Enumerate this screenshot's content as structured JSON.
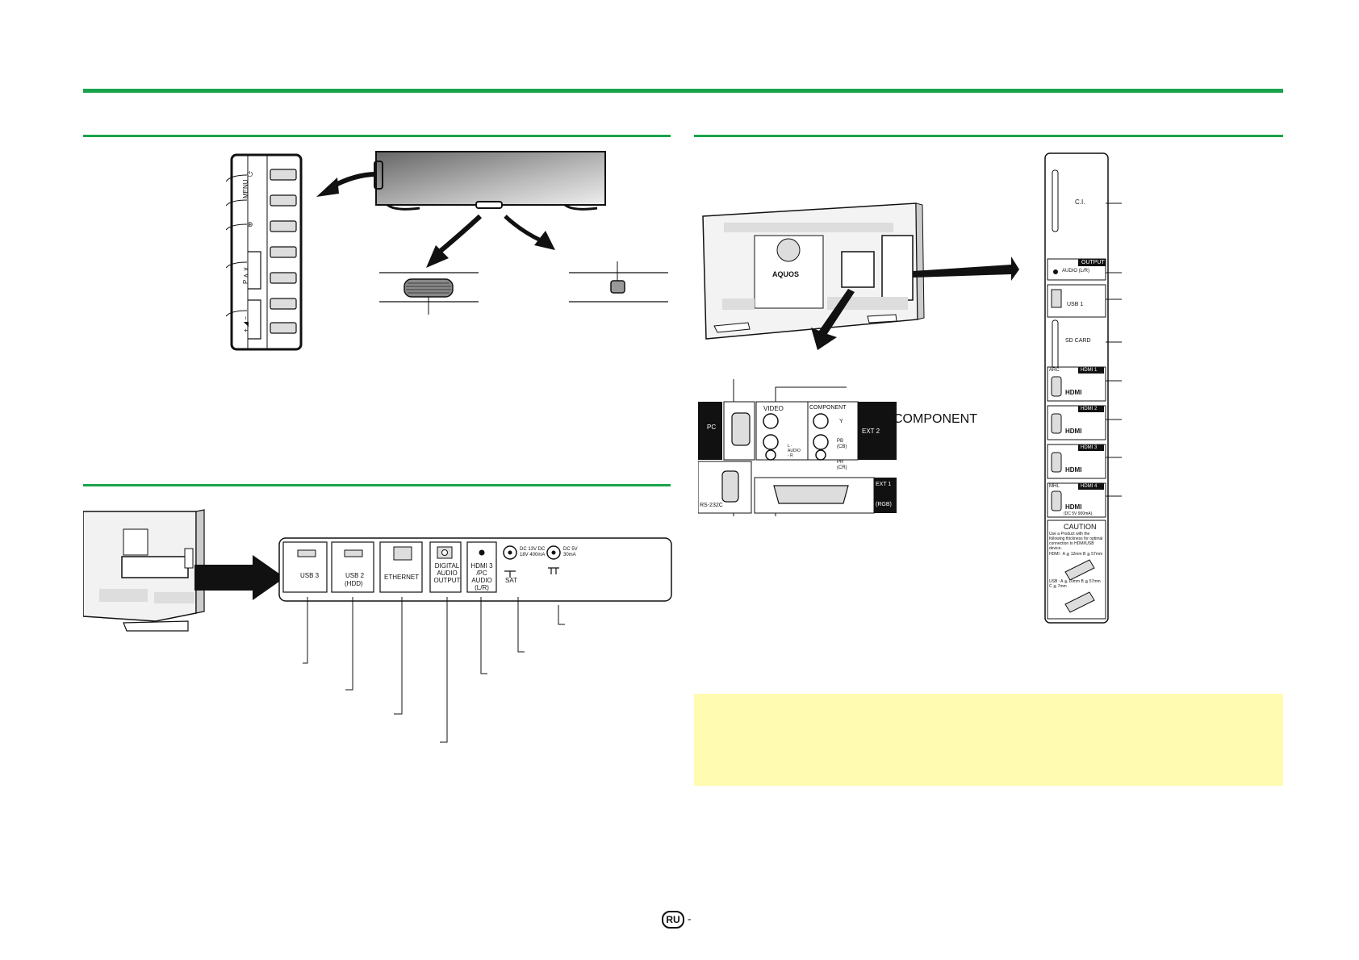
{
  "front_panel": {
    "buttons": [
      "⏻",
      "MENU",
      "⊕",
      "P ∧ ∨",
      "+ ◢ −"
    ]
  },
  "rear_bottom_panel": {
    "ports": [
      {
        "label": "USB 3",
        "sub": ""
      },
      {
        "label": "USB 2",
        "sub": "(HDD)"
      },
      {
        "label": "ETHERNET",
        "sub": ""
      },
      {
        "label": "DIGITAL AUDIO OUTPUT",
        "sub": ""
      },
      {
        "label": "HDMI 3 /PC AUDIO (L/R)",
        "sub": ""
      },
      {
        "label": "DC 13V DC 18V 400mA",
        "sub": "SAT"
      },
      {
        "label": "DC 5V 30mA",
        "sub": ""
      }
    ]
  },
  "rear_lower_panel": {
    "pc_label": "PC",
    "video_label": "VIDEO",
    "component_label": "COMPONENT",
    "component_big": "COMPONENT",
    "y_label": "Y",
    "pb_label": "PB (CB)",
    "pr_label": "PR (CR)",
    "audio_label": "L - AUDIO - R",
    "ext2_label": "EXT 2",
    "rs232_label": "RS-232C",
    "ext1_label": "EXT 1",
    "ext1_sub": "(RGB)"
  },
  "tv_logo": "AQUOS",
  "side_panel": {
    "ci_label": "C.I.",
    "output_label": "OUTPUT",
    "audio_label": "AUDIO (L/R)",
    "usb1_label": "USB 1",
    "sdcard_label": "SD CARD",
    "arc_label": "ARC",
    "hdmi1": "HDMI 1",
    "hdmi2": "HDMI 2",
    "hdmi3": "HDMI 3",
    "mhl_label": "MHL",
    "hdmi4": "HDMI 4",
    "hdmi4_sub": "(DC 5V 900mA)",
    "hdmi_logo": "HDMI",
    "caution_title": "CAUTION",
    "caution_text": "Use a Product with the following thickness for optimal connection to HDMI/USB device.",
    "caution_hdmi": "HDMI : A ≦ 12mm  B ≦ 57mm",
    "caution_usb": "USB : A ≦ 10mm  B ≦ 57mm  C ≦ 7mm"
  },
  "footer": {
    "badge": "RU",
    "dash": "-"
  }
}
